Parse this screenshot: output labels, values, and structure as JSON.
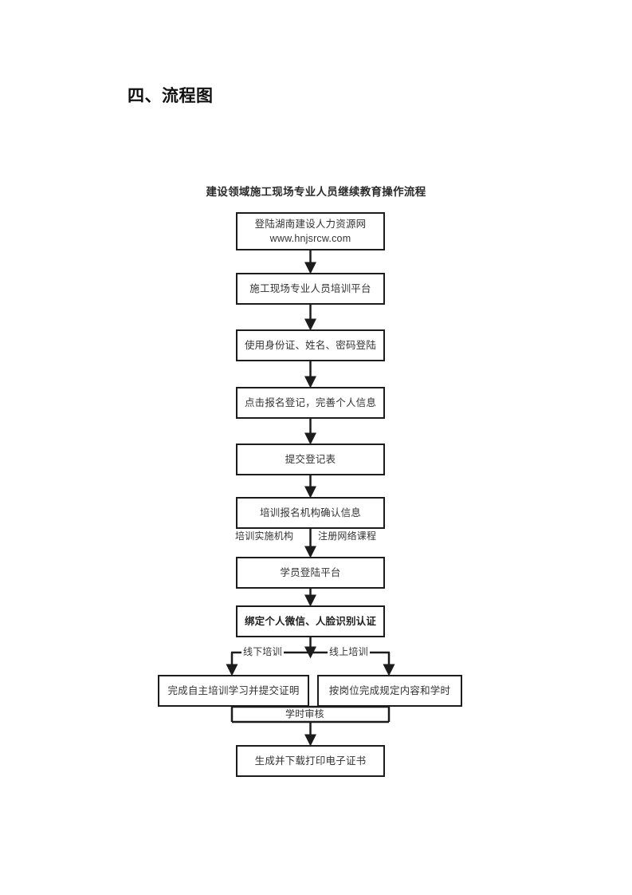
{
  "document": {
    "heading": "四、流程图"
  },
  "flowchart": {
    "title": "建设领域施工现场专业人员继续教育操作流程",
    "nodes": [
      {
        "id": "login",
        "line1": "登陆湖南建设人力资源网",
        "line2": "www.hnjsrcw.com"
      },
      {
        "id": "platform",
        "line1": "施工现场专业人员培训平台"
      },
      {
        "id": "credent",
        "line1": "使用身份证、姓名、密码登陆"
      },
      {
        "id": "register",
        "line1": "点击报名登记，完善个人信息"
      },
      {
        "id": "submit",
        "line1": "提交登记表"
      },
      {
        "id": "confirm",
        "line1": "培训报名机构确认信息"
      },
      {
        "id": "student",
        "line1": "学员登陆平台"
      },
      {
        "id": "bind",
        "line1": "绑定个人微信、人脸识别认证"
      },
      {
        "id": "offline",
        "line1": "完成自主培训学习并提交证明"
      },
      {
        "id": "online",
        "line1": "按岗位完成规定内容和学时"
      },
      {
        "id": "cert",
        "line1": "生成并下载打印电子证书"
      }
    ],
    "edge_labels": {
      "implementing_org": "培训实施机构",
      "register_course": "注册网络课程",
      "offline_training": "线下培训",
      "online_training": "线上培训",
      "hours_audit": "学时审核"
    },
    "colors": {
      "border": "#1c1c1c",
      "text": "#333333",
      "background": "#ffffff"
    }
  }
}
